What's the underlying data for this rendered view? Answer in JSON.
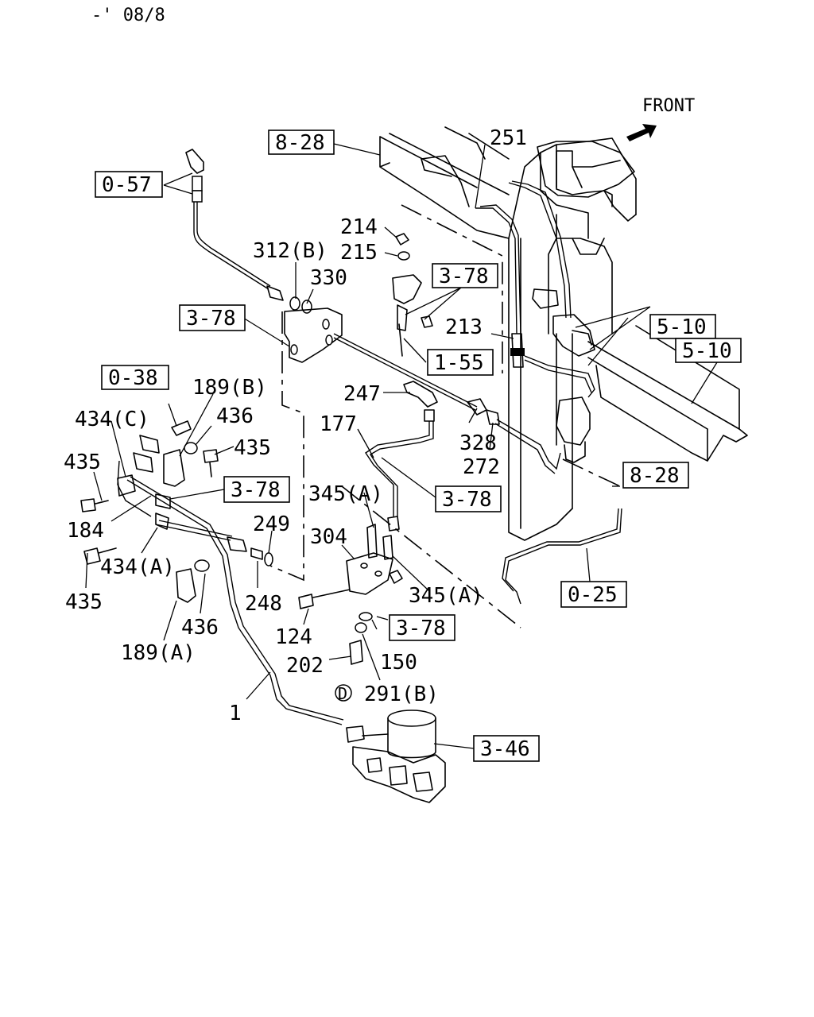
{
  "header": {
    "code": "-' 08/8"
  },
  "direction": {
    "label": "FRONT"
  },
  "references": {
    "r828_top": "8-28",
    "r057": "0-57",
    "r378_a": "3-78",
    "r378_b": "3-78",
    "r038": "0-38",
    "r155": "1-55",
    "r510_a": "5-10",
    "r510_b": "5-10",
    "r378_c": "3-78",
    "r378_d": "3-78",
    "r828_bot": "8-28",
    "r025": "0-25",
    "r378_e": "3-78",
    "r346": "3-46"
  },
  "callouts": {
    "c251": "251",
    "c214": "214",
    "c215": "215",
    "c312b": "312(B)",
    "c330": "330",
    "c213": "213",
    "c189b": "189(B)",
    "c434c": "434(C)",
    "c436a": "436",
    "c435a": "435",
    "c435b": "435",
    "c247": "247",
    "c177": "177",
    "c328": "328",
    "c272": "272",
    "c184": "184",
    "c345a1": "345(A)",
    "c249": "249",
    "c304": "304",
    "c434a": "434(A)",
    "c435c": "435",
    "c248": "248",
    "c345a2": "345(A)",
    "c436b": "436",
    "c124": "124",
    "c189a": "189(A)",
    "c150": "150",
    "c202": "202",
    "c291b": "291(B)",
    "c1": "1",
    "cD": "D"
  }
}
